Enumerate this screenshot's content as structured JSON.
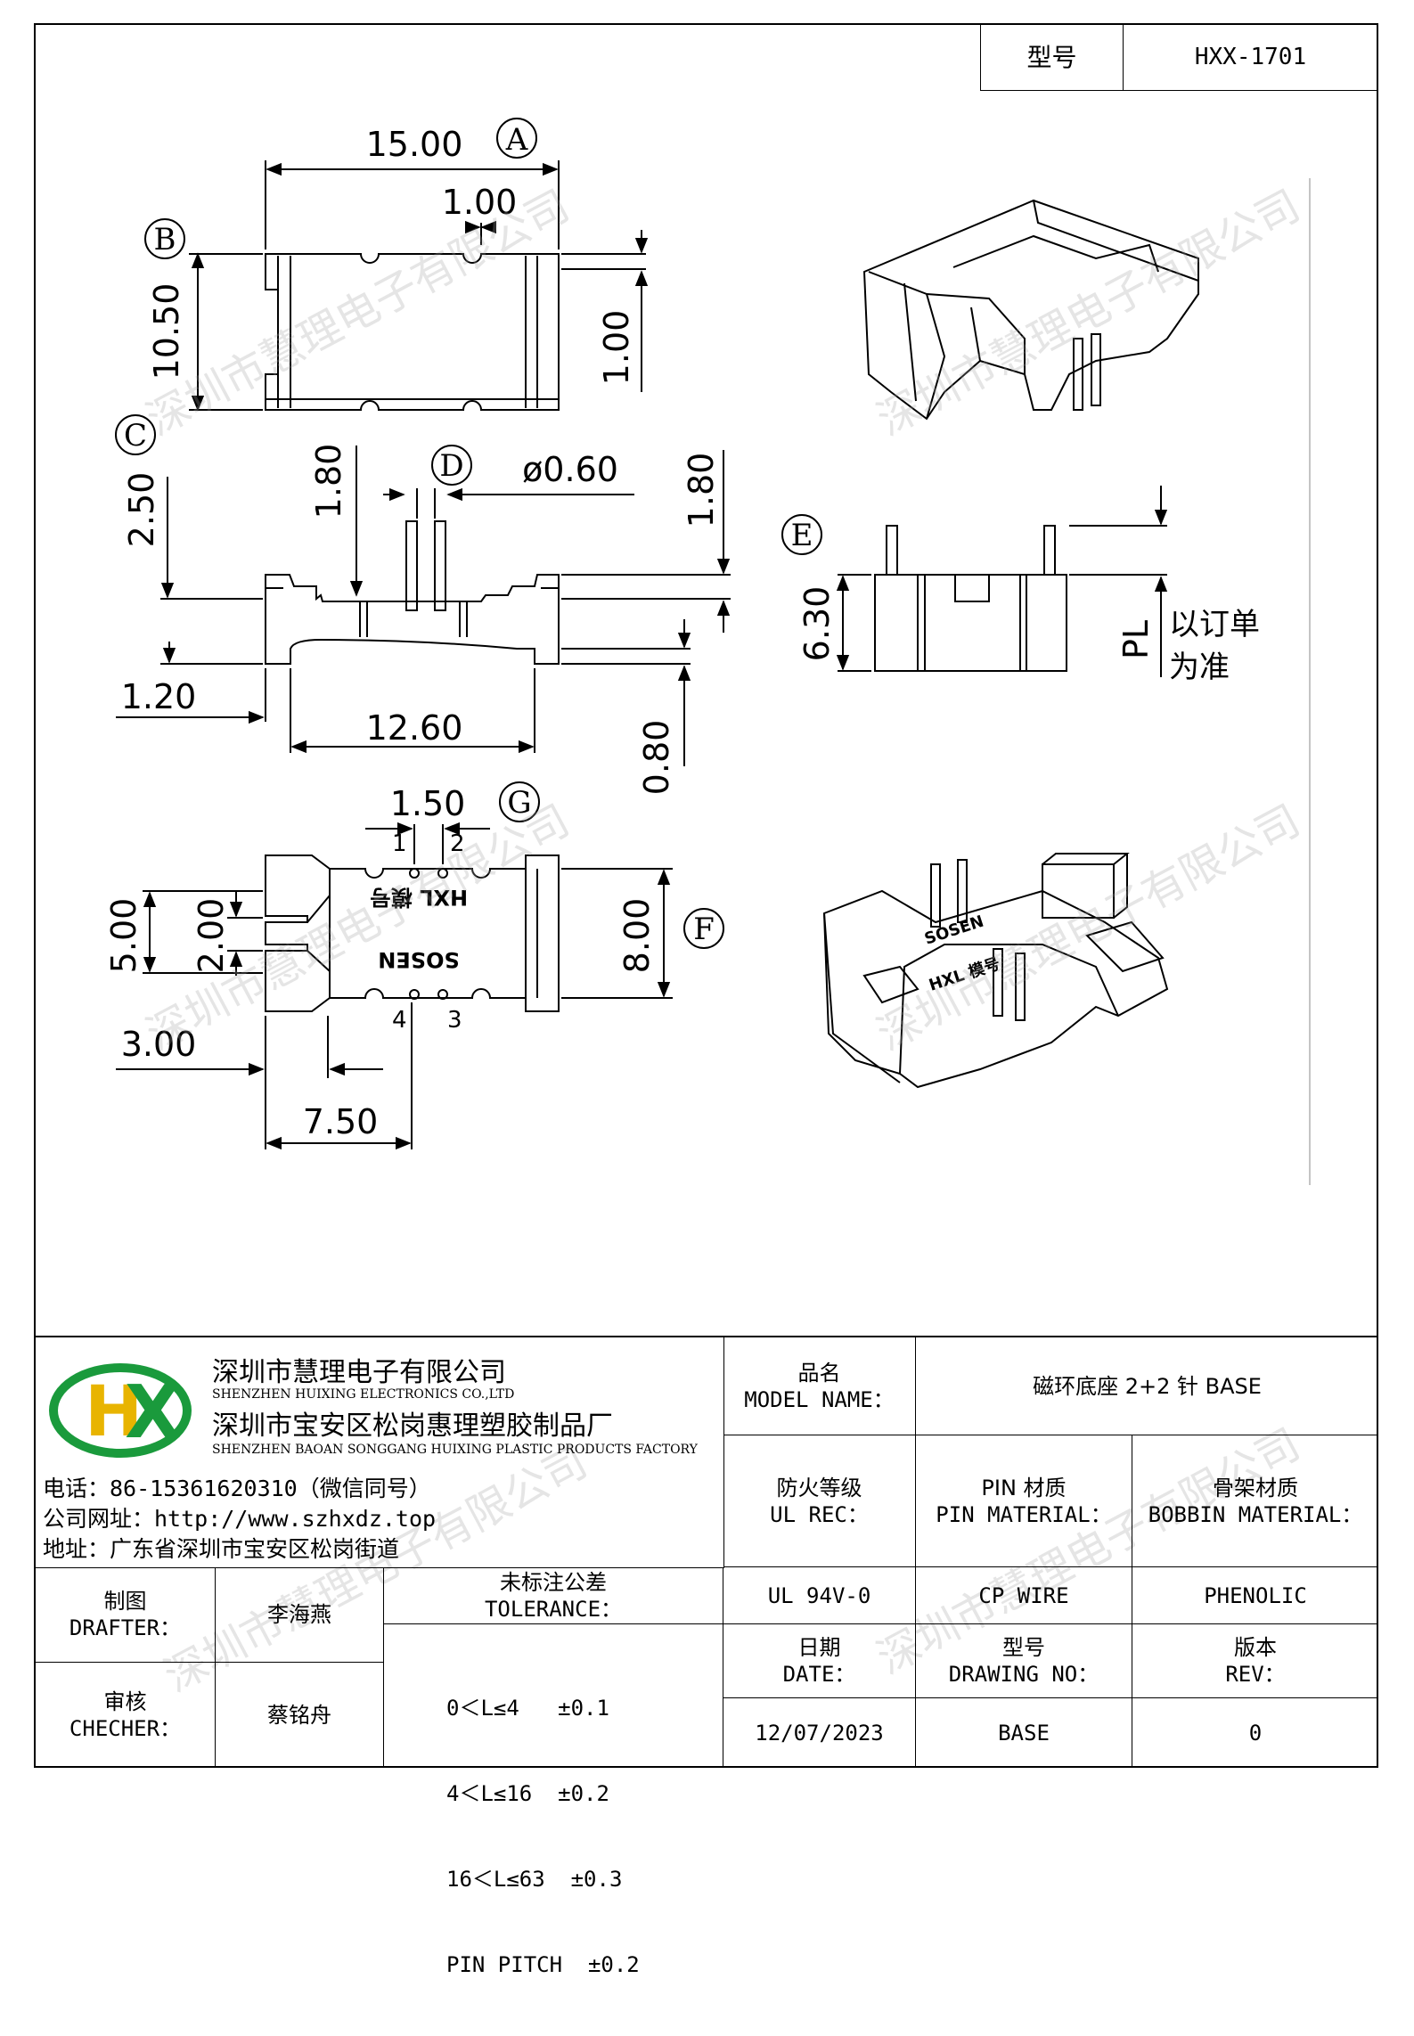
{
  "header": {
    "model_label": "型号",
    "model_value": "HXX-1701"
  },
  "dims": {
    "a_width": "15.00",
    "a_slot": "1.00",
    "b_height": "10.50",
    "b_right": "1.00",
    "c_height": "2.50",
    "c_pin": "1.80",
    "d_dia": "ø0.60",
    "d_right": "1.80",
    "c_flange": "1.20",
    "c_span": "12.60",
    "c_gap": "0.80",
    "e_height": "6.30",
    "e_pl": "PL",
    "e_note1": "以订单",
    "e_note2": "为准",
    "f_pitch": "1.50",
    "f_h1": "5.00",
    "f_h2": "2.00",
    "f_h3": "8.00",
    "f_w1": "3.00",
    "f_w2": "7.50",
    "pin1": "1",
    "pin2": "2",
    "pin3": "3",
    "pin4": "4",
    "mark_hxl": "HXL 模号",
    "mark_sosen": "SOSEN"
  },
  "callouts": {
    "A": "A",
    "B": "B",
    "C": "C",
    "D": "D",
    "E": "E",
    "F": "F",
    "G": "G"
  },
  "iso_top": {
    "mark_sosen": "SOSEN",
    "mark_hxl": "HXL 模号"
  },
  "watermark": "深圳市慧理电子有限公司",
  "company": {
    "logo_h": "H",
    "logo_x": "X",
    "name_cn": "深圳市慧理电子有限公司",
    "name_en": "SHENZHEN HUIXING ELECTRONICS CO.,LTD",
    "factory_cn": "深圳市宝安区松岗惠理塑胶制品厂",
    "factory_en": "SHENZHEN BAOAN SONGGANG HUIXING PLASTIC PRODUCTS FACTORY",
    "phone": "电话：86-15361620310（微信同号）",
    "website": "公司网址：http://www.szhxdz.top",
    "address": "地址：广东省深圳市宝安区松岗街道"
  },
  "title_block": {
    "model_name_cn": "品名",
    "model_name_en": "MODEL NAME：",
    "model_name_value": "磁环底座 2+2 针 BASE",
    "ul_cn": "防火等级",
    "ul_en": "UL REC：",
    "pin_mat_cn": "PIN 材质",
    "pin_mat_en": "PIN MATERIAL：",
    "bobbin_cn": "骨架材质",
    "bobbin_en": "BOBBIN MATERIAL：",
    "ul_value": "UL 94V-0",
    "pin_value": "CP WIRE",
    "bobbin_value": "PHENOLIC",
    "drafter_cn": "制图",
    "drafter_en": "DRAFTER：",
    "drafter_value": "李海燕",
    "checker_cn": "审核",
    "checker_en": "CHECHER：",
    "checker_value": "蔡铭舟",
    "tol_cn": "未标注公差",
    "tol_en": "TOLERANCE：",
    "tol_1": "0＜L≤4   ±0.1",
    "tol_2": "4＜L≤16  ±0.2",
    "tol_3": "16＜L≤63  ±0.3",
    "tol_4": "PIN PITCH  ±0.2",
    "date_cn": "日期",
    "date_en": "DATE：",
    "date_value": "12/07/2023",
    "drawing_cn": "型号",
    "drawing_en": "DRAWING NO：",
    "drawing_value": "BASE",
    "rev_cn": "版本",
    "rev_en": "REV：",
    "rev_value": "0"
  }
}
